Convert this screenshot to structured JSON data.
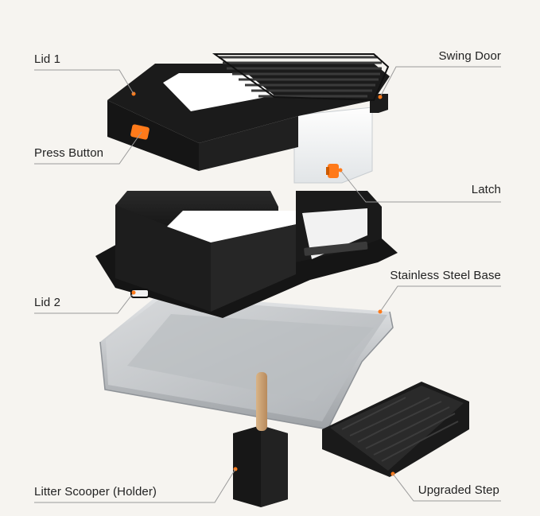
{
  "labels": {
    "lid1": "Lid 1",
    "press_button": "Press Button",
    "lid2": "Lid 2",
    "litter_scooper": "Litter Scooper (Holder)",
    "swing_door": "Swing Door",
    "latch": "Latch",
    "stainless_base": "Stainless Steel Base",
    "upgraded_step": "Upgraded Step"
  },
  "colors": {
    "background": "#f6f4f0",
    "plastic_black": "#1c1c1c",
    "accent_orange": "#ff7a1a",
    "steel": "#c9cbcd",
    "leader_line": "#9a9a9a"
  }
}
